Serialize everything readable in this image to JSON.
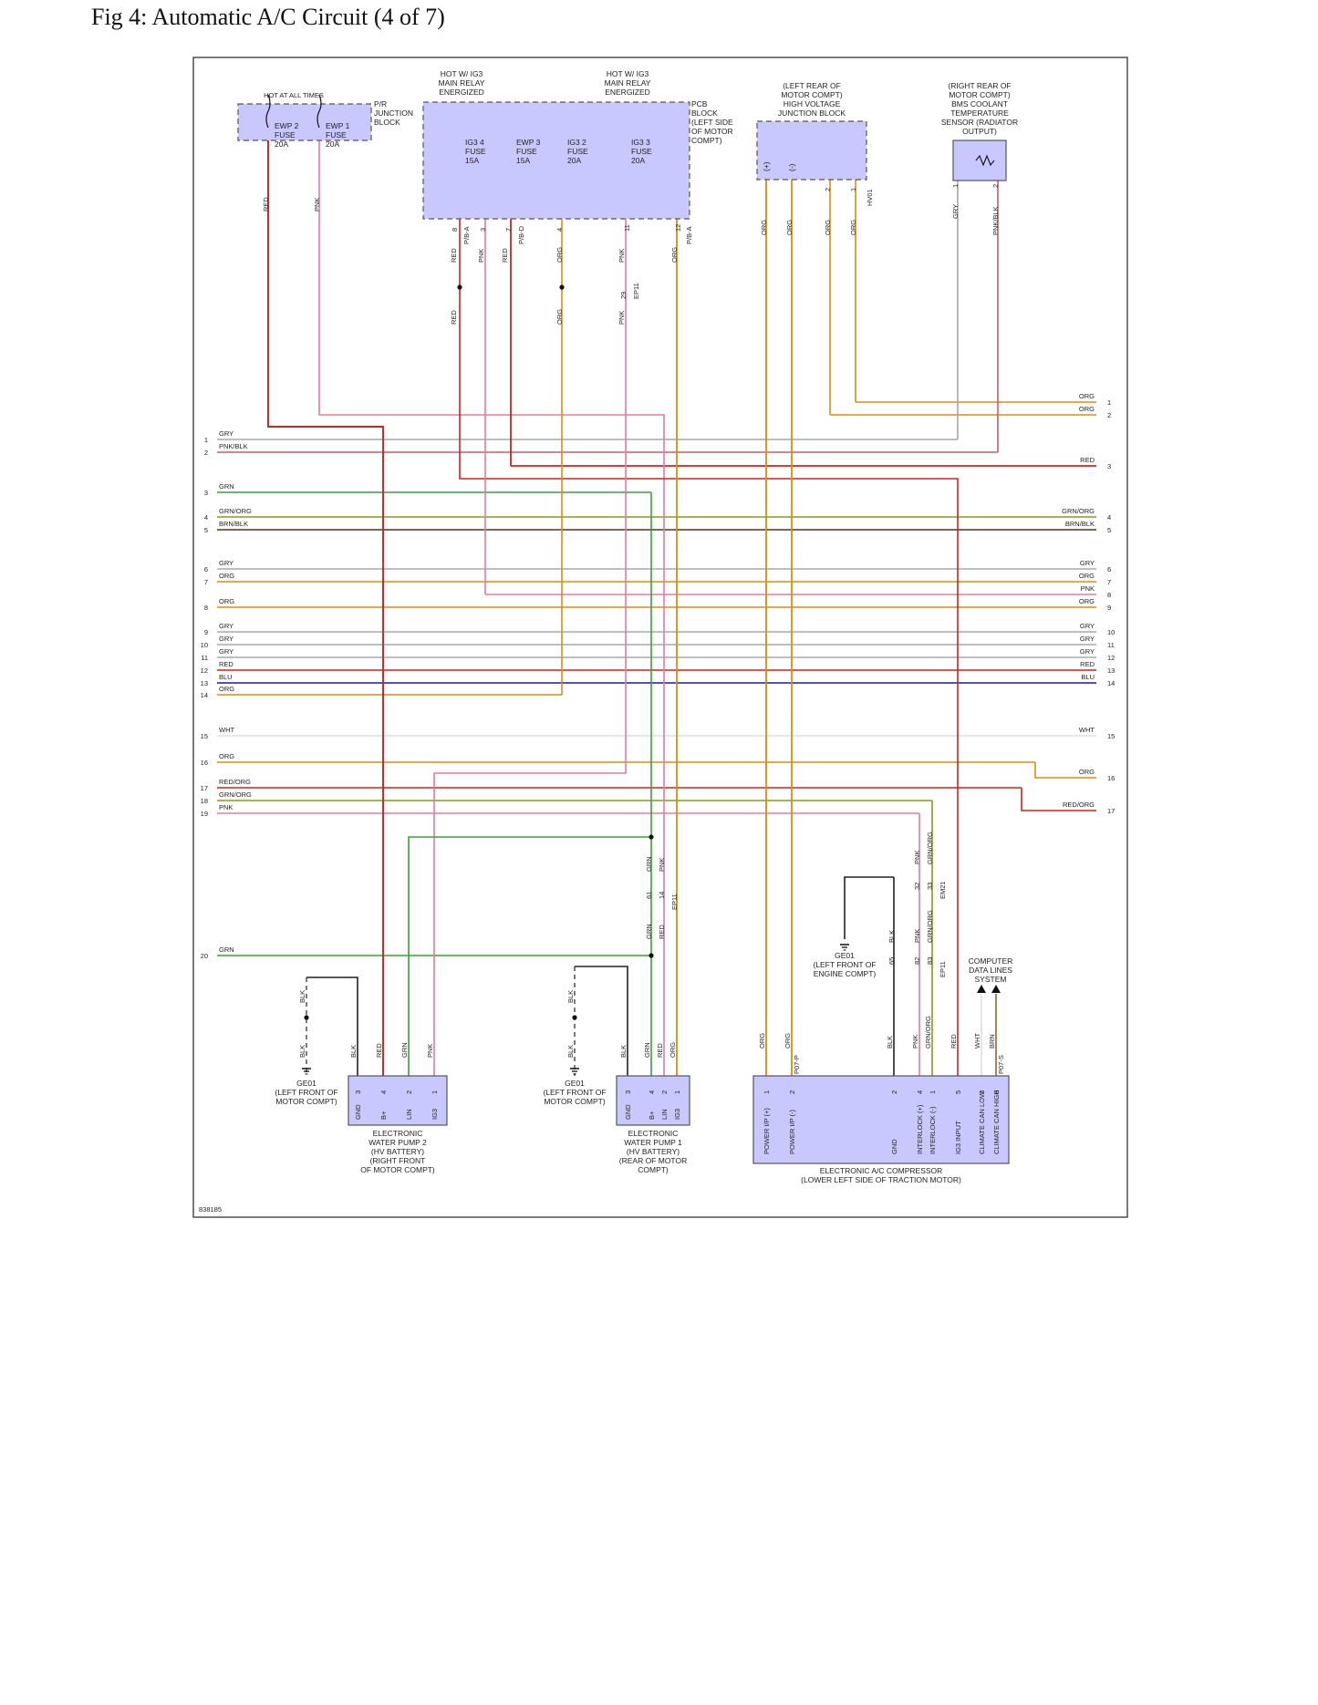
{
  "title": "Fig 4: Automatic A/C Circuit (4 of 7)",
  "figure_id": "838185",
  "colors": {
    "RED": "#cc2222",
    "PNK": "#e87a9a",
    "ORG": "#e08a10",
    "GRY": "#a8a8a8",
    "GRN": "#3aa03a",
    "OLV": "#8a9a10",
    "BRNBLK": "#4a3a10",
    "BLU": "#1a1a9a",
    "PNKBLK": "#c06070",
    "WHT": "#dddddd",
    "BLK": "#222222",
    "BRN": "#8a6a30",
    "box": "#c8c8ff"
  },
  "labels": {
    "hot_all": "HOT AT ALL TIMES",
    "hot_ig3a": [
      "HOT W/ IG3",
      "MAIN RELAY",
      "ENERGIZED"
    ],
    "hot_ig3b": [
      "HOT W/ IG3",
      "MAIN RELAY",
      "ENERGIZED"
    ],
    "pr_jb": [
      "P/R",
      "JUNCTION",
      "BLOCK"
    ],
    "pcb": [
      "PCB",
      "BLOCK",
      "(LEFT SIDE",
      "OF MOTOR",
      "COMPT)"
    ],
    "hvjb": [
      "(LEFT REAR OF",
      "MOTOR COMPT)",
      "HIGH VOLTAGE",
      "JUNCTION BLOCK"
    ],
    "bms": [
      "(RIGHT REAR OF",
      "MOTOR COMPT)",
      "BMS COOLANT",
      "TEMPERATURE",
      "SENSOR (RADIATOR",
      "OUTPUT)"
    ],
    "fuses": {
      "ewp2": [
        "EWP 2",
        "FUSE",
        "20A"
      ],
      "ewp1": [
        "EWP 1",
        "FUSE",
        "20A"
      ],
      "ig34": [
        "IG3 4",
        "FUSE",
        "15A"
      ],
      "ewp3": [
        "EWP 3",
        "FUSE",
        "15A"
      ],
      "ig32": [
        "IG3 2",
        "FUSE",
        "20A"
      ],
      "ig33": [
        "IG3 3",
        "FUSE",
        "20A"
      ]
    },
    "ge01": [
      "GE01",
      "(LEFT FRONT OF",
      "MOTOR COMPT)"
    ],
    "ge01_eng": [
      "GE01",
      "(LEFT FRONT OF",
      "ENGINE COMPT)"
    ],
    "pump2": [
      "ELECTRONIC",
      "WATER PUMP 2",
      "(HV BATTERY)",
      "(RIGHT FRONT",
      "OF MOTOR COMPT)"
    ],
    "pump1": [
      "ELECTRONIC",
      "WATER PUMP 1",
      "(HV BATTERY)",
      "(REAR OF MOTOR",
      "COMPT)"
    ],
    "compressor": [
      "ELECTRONIC A/C COMPRESSOR",
      "(LOWER LEFT SIDE OF TRACTION MOTOR)"
    ],
    "cdls": [
      "COMPUTER",
      "DATA LINES",
      "SYSTEM"
    ],
    "pump_pins": [
      "GND",
      "B+",
      "LIN",
      "IG3"
    ],
    "pump_pin_nums": [
      "3",
      "4",
      "2",
      "1"
    ],
    "comp_pins": [
      "POWER I/P (+)",
      "POWER I/P (-)",
      "GND",
      "INTERLOCK (+)",
      "INTERLOCK (-)",
      "IG3 INPUT",
      "CLIMATE CAN LOW",
      "CLIMATE CAN HIGH"
    ],
    "comp_pin_nums": [
      "1",
      "2",
      "2",
      "4",
      "1",
      "5",
      "3",
      "6"
    ],
    "hv_plus": "(+)",
    "hv_minus": "(-)"
  },
  "left_rows": [
    {
      "n": "1",
      "c": "GRY"
    },
    {
      "n": "2",
      "c": "PNK/BLK"
    },
    {
      "n": "3",
      "c": "GRN"
    },
    {
      "n": "4",
      "c": "GRN/ORG"
    },
    {
      "n": "5",
      "c": "BRN/BLK"
    },
    {
      "n": "6",
      "c": "GRY"
    },
    {
      "n": "7",
      "c": "ORG"
    },
    {
      "n": "8",
      "c": "ORG"
    },
    {
      "n": "9",
      "c": "GRY"
    },
    {
      "n": "10",
      "c": "GRY"
    },
    {
      "n": "11",
      "c": "GRY"
    },
    {
      "n": "12",
      "c": "RED"
    },
    {
      "n": "13",
      "c": "BLU"
    },
    {
      "n": "14",
      "c": "ORG"
    },
    {
      "n": "15",
      "c": "WHT"
    },
    {
      "n": "16",
      "c": "ORG"
    },
    {
      "n": "17",
      "c": "RED/ORG"
    },
    {
      "n": "18",
      "c": "GRN/ORG"
    },
    {
      "n": "19",
      "c": "PNK"
    },
    {
      "n": "20",
      "c": "GRN"
    }
  ],
  "right_rows": [
    {
      "n": "1",
      "c": "ORG"
    },
    {
      "n": "2",
      "c": "ORG"
    },
    {
      "n": "3",
      "c": "RED"
    },
    {
      "n": "4",
      "c": "GRN/ORG"
    },
    {
      "n": "5",
      "c": "BRN/BLK"
    },
    {
      "n": "6",
      "c": "GRY"
    },
    {
      "n": "7",
      "c": "ORG"
    },
    {
      "n": "8",
      "c": "PNK"
    },
    {
      "n": "9",
      "c": "ORG"
    },
    {
      "n": "10",
      "c": "GRY"
    },
    {
      "n": "11",
      "c": "GRY"
    },
    {
      "n": "12",
      "c": "GRY"
    },
    {
      "n": "13",
      "c": "RED"
    },
    {
      "n": "14",
      "c": "BLU"
    },
    {
      "n": "15",
      "c": "WHT"
    },
    {
      "n": "16",
      "c": "ORG"
    },
    {
      "n": "17",
      "c": "RED/ORG"
    }
  ],
  "wire_labels": {
    "top": [
      "RED",
      "PNK",
      "RED",
      "PNK",
      "RED",
      "ORG",
      "PNK",
      "ORG",
      "ORG",
      "ORG",
      "ORG",
      "ORG",
      "GRY",
      "PNK/BLK",
      "RED",
      "ORG",
      "PNK"
    ],
    "pins_top": [
      "8",
      "3",
      "7",
      "4",
      "11",
      "12",
      "29",
      "2",
      "1",
      "1",
      "2"
    ],
    "conn_top": [
      "P/B-A",
      "P/B-D",
      "P/B-A",
      "EP11",
      "HV01"
    ],
    "mid": [
      "GRN",
      "PNK",
      "61",
      "14",
      "EP11",
      "GRN",
      "RED",
      "PNK",
      "GRN/ORG",
      "32",
      "33",
      "EM21",
      "BLK",
      "PNK",
      "GRN/ORG",
      "65",
      "82",
      "83",
      "EP11"
    ],
    "bottom": [
      "BLK",
      "BLK",
      "BLK",
      "RED",
      "GRN",
      "PNK",
      "BLK",
      "BLK",
      "BLK",
      "GRN",
      "RED",
      "ORG",
      "ORG",
      "ORG",
      "BLK",
      "PNK",
      "GRN/ORG",
      "RED",
      "WHT",
      "BRN",
      "P07-P",
      "P07-S"
    ]
  }
}
